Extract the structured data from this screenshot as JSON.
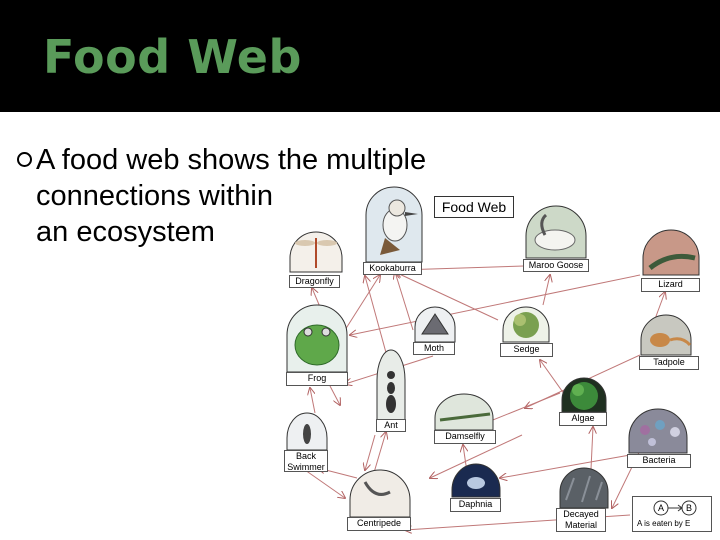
{
  "title": "Food Web",
  "bullet_text_line1": "A food web shows the multiple",
  "bullet_text_rest": "connections within an ecosystem",
  "diagram": {
    "heading": "Food Web",
    "legend_a": "A",
    "legend_b": "B",
    "legend_caption": "A is eaten by E",
    "nodes": {
      "kookaburra": "Kookaburra",
      "dragonfly": "Dragonfly",
      "marco_goose": "Maroo Goose",
      "lizard": "Lizard",
      "frog": "Frog",
      "moth": "Moth",
      "sedge": "Sedge",
      "tadpole": "Tadpole",
      "ant": "Ant",
      "algae": "Algae",
      "damselfly": "Damselfly",
      "back_swimmer": "Back Swimmer",
      "bacteria": "Bacteria",
      "daphnia": "Daphnia",
      "centripede": "Centripede",
      "decayed_material": "Decayed Material"
    }
  }
}
